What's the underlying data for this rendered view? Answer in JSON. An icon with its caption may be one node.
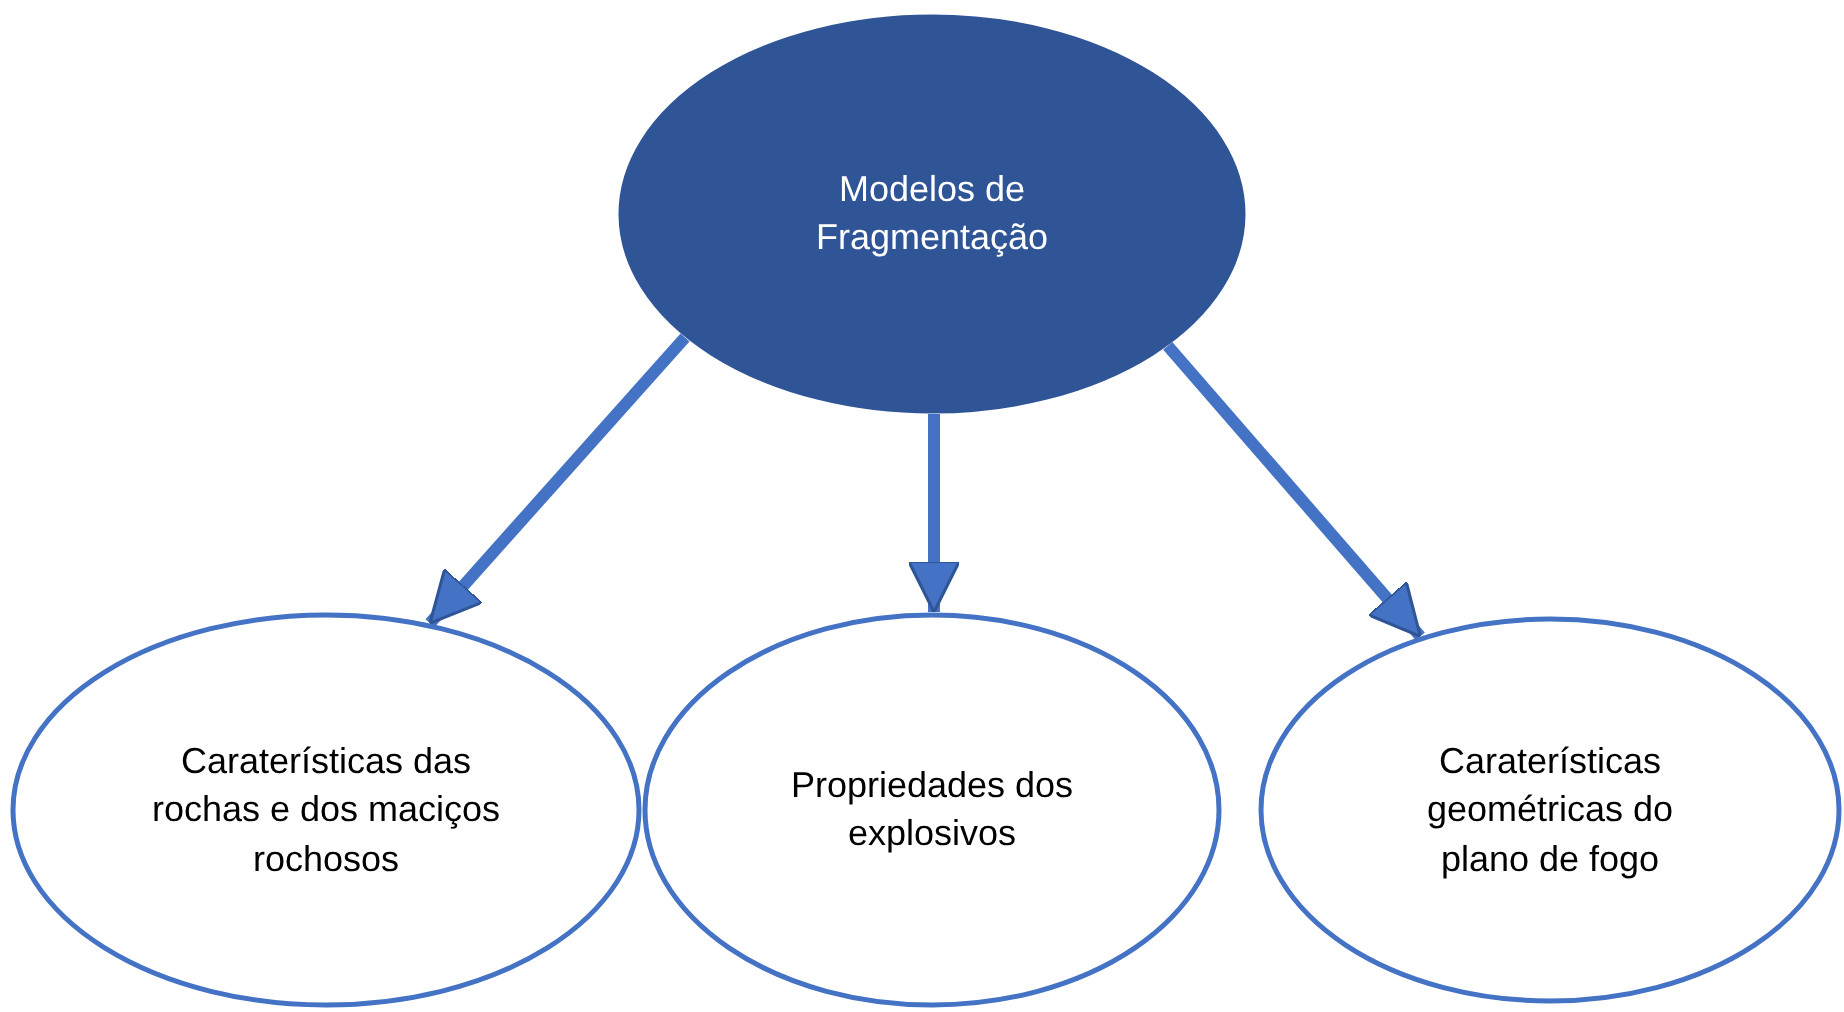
{
  "diagram": {
    "nodes": [
      {
        "text": [
          "Modelos de Fragmentação"
        ]
      },
      {
        "text": [
          "Caraterísticas das rochas e dos maciços rochosos"
        ]
      },
      {
        "text": [
          "Propriedades dos explosivos"
        ]
      },
      {
        "text": [
          "Caraterísticas geométricas do plano de fogo"
        ]
      }
    ],
    "edges": [
      {
        "from": 0,
        "to": 1,
        "arrow": "to"
      },
      {
        "from": 0,
        "to": 2,
        "arrow": "to"
      },
      {
        "from": 0,
        "to": 3,
        "arrow": "to"
      }
    ]
  }
}
